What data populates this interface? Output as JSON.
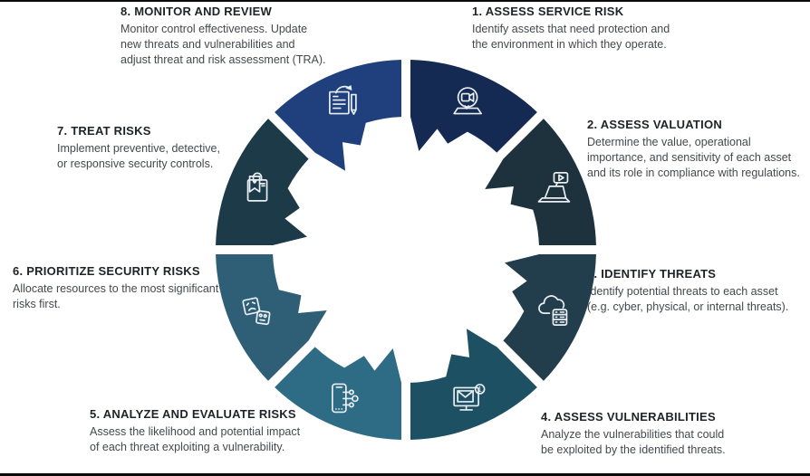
{
  "page": {
    "background_color": "#ffffff",
    "border_line_color": "#0b0b0b",
    "icon_stroke_color": "#e9eef3"
  },
  "steps": [
    {
      "num": "1",
      "title": "1. ASSESS SERVICE RISK",
      "description": "Identify assets that need protection and\nthe environment in which they operate.",
      "color": "#142a52",
      "icon": "video-call-laptop-icon"
    },
    {
      "num": "2",
      "title": "2. ASSESS VALUATION",
      "description": "Determine the value, operational\nimportance, and sensitivity of each asset\nand its role in compliance with regulations.",
      "color": "#1d323d",
      "icon": "presentation-laptop-icon"
    },
    {
      "num": "3",
      "title": "3. IDENTIFY THREATS",
      "description": "Identify potential threats to each asset\n(e.g. cyber, physical, or internal threats).",
      "color": "#223e4c",
      "icon": "cloud-server-icon"
    },
    {
      "num": "4",
      "title": "4. ASSESS VULNERABILITIES",
      "description": "Analyze the vulnerabilities that could\nbe exploited by the identified threats.",
      "color": "#1e5063",
      "icon": "email-alert-monitor-icon"
    },
    {
      "num": "5",
      "title": "5. ANALYZE AND EVALUATE RISKS",
      "description": "Assess the likelihood and potential impact\nof each threat exploiting a vulnerability.",
      "color": "#2e6b85",
      "icon": "mobile-network-icon"
    },
    {
      "num": "6",
      "title": "6. PRIORITIZE SECURITY RISKS",
      "description": "Allocate resources to the most significant\nrisks first.",
      "color": "#2f5f76",
      "icon": "feedback-cards-icon"
    },
    {
      "num": "7",
      "title": "7. TREAT RISKS",
      "description": "Implement preventive, detective,\nor responsive security controls.",
      "color": "#1d3a49",
      "icon": "gift-bookmark-icon"
    },
    {
      "num": "8",
      "title": "8. MONITOR AND REVIEW",
      "description": "Monitor control effectiveness. Update\nnew threats and vulnerabilities and\nadjust threat and risk assessment (TRA).",
      "color": "#20407d",
      "icon": "document-edit-icon"
    }
  ]
}
